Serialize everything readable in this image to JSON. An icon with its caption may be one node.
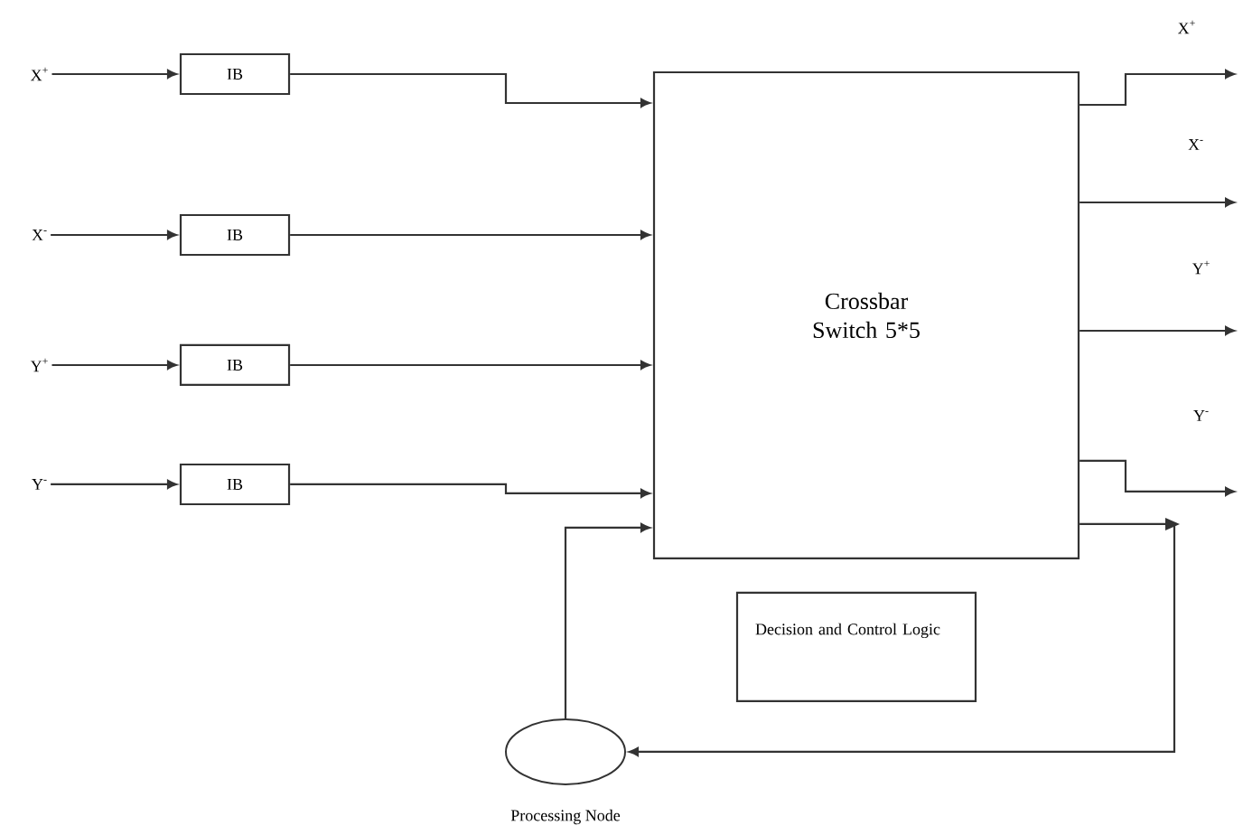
{
  "diagram": {
    "nodes": [
      {
        "text": [
          "X$^{+}$"
        ]
      },
      {
        "text": [
          "X$^{-}$"
        ]
      },
      {
        "text": [
          "Y$^{+}$"
        ]
      },
      {
        "text": [
          "Y$^{-}$"
        ]
      },
      {
        "text": [
          "IB"
        ]
      },
      {
        "text": [
          "IB"
        ]
      },
      {
        "text": [
          "IB"
        ]
      },
      {
        "text": [
          "IB"
        ]
      },
      {
        "text": [
          "Crossbar Switch 5*5"
        ]
      },
      {
        "text": [
          "Decision and Control Logic"
        ]
      },
      {
        "text": [],
        "shape": "ellipse",
        "beside": [
          "Processing Node"
        ]
      }
    ],
    "edges": [
      {
        "from": 0,
        "to": 4,
        "arrow": "to"
      },
      {
        "from": 1,
        "to": 5,
        "arrow": "to"
      },
      {
        "from": 2,
        "to": 6,
        "arrow": "to"
      },
      {
        "from": 3,
        "to": 7,
        "arrow": "to"
      },
      {
        "from": 4,
        "to": 8,
        "arrow": "to"
      },
      {
        "from": 5,
        "to": 8,
        "arrow": "to"
      },
      {
        "from": 6,
        "to": 8,
        "arrow": "to"
      },
      {
        "from": 7,
        "to": 8,
        "arrow": "to"
      },
      {
        "from": 8,
        "to": null,
        "arrow": "to",
        "label": "X$^{+}$"
      },
      {
        "from": 8,
        "to": null,
        "arrow": "to",
        "label": "X$^{-}$"
      },
      {
        "from": 8,
        "to": null,
        "arrow": "to",
        "label": "Y$^{+}$"
      },
      {
        "from": 8,
        "to": null,
        "arrow": "to",
        "label": "Y$^{-}$"
      },
      {
        "from": 8,
        "to": 10,
        "arrow": "to"
      },
      {
        "from": 10,
        "to": 8,
        "arrow": "to"
      }
    ]
  }
}
